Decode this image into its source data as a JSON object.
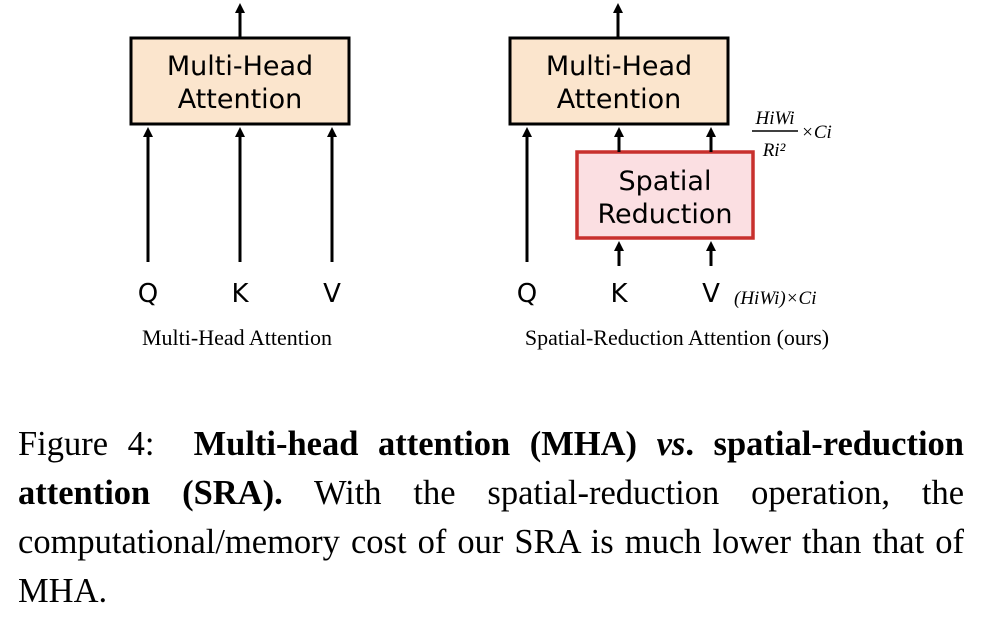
{
  "mha": {
    "box_line1": "Multi-Head",
    "box_line2": "Attention",
    "q": "Q",
    "k": "K",
    "v": "V",
    "caption": "Multi-Head Attention"
  },
  "sra": {
    "box_line1": "Multi-Head",
    "box_line2": "Attention",
    "reduction_line1": "Spatial",
    "reduction_line2": "Reduction",
    "q": "Q",
    "k": "K",
    "v": "V",
    "caption": "Spatial-Reduction  Attention  (ours)",
    "input_dim": "(HiWi)×Ci",
    "reduced_dim_numerator": "HiWi",
    "reduced_dim_denominator": "Ri²",
    "reduced_dim_suffix": "×Ci"
  },
  "colors": {
    "attention_fill": "#fbe5cd",
    "attention_border": "#000000",
    "reduction_fill": "#fbdfe2",
    "reduction_border": "#c8302d"
  },
  "figure_caption": {
    "label": "Figure 4:",
    "bold_title_1": "Multi-head attention (MHA) ",
    "bold_italic": "vs",
    "bold_title_2": ". spatial-reduction attention (SRA).",
    "body": " With the spatial-reduction operation, the computational/memory cost of our SRA is much lower than that of MHA."
  }
}
